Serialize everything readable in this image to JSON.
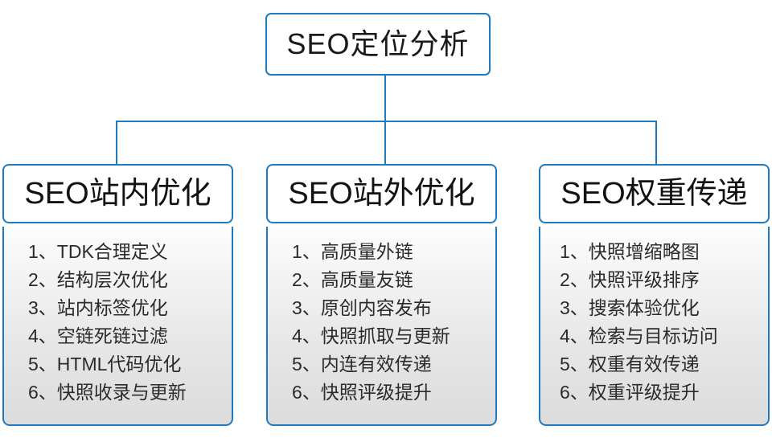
{
  "diagram": {
    "type": "org-chart",
    "accent_color": "#1f7ac0",
    "text_color": "#1a1a1a",
    "panel_gradient_from": "#fdfdfd",
    "panel_gradient_to": "#dcdcdc",
    "root": {
      "label": "SEO定位分析"
    },
    "branches": [
      {
        "title": "SEO站内优化",
        "items": [
          "1、TDK合理定义",
          "2、结构层次优化",
          "3、站内标签优化",
          "4、空链死链过滤",
          "5、HTML代码优化",
          "6、快照收录与更新"
        ]
      },
      {
        "title": "SEO站外优化",
        "items": [
          "1、高质量外链",
          "2、高质量友链",
          "3、原创内容发布",
          "4、快照抓取与更新",
          "5、内连有效传递",
          "6、快照评级提升"
        ]
      },
      {
        "title": "SEO权重传递",
        "items": [
          "1、快照增缩略图",
          "2、快照评级排序",
          "3、搜索体验优化",
          "4、检索与目标访问",
          "5、权重有效传递",
          "6、权重评级提升"
        ]
      }
    ]
  }
}
